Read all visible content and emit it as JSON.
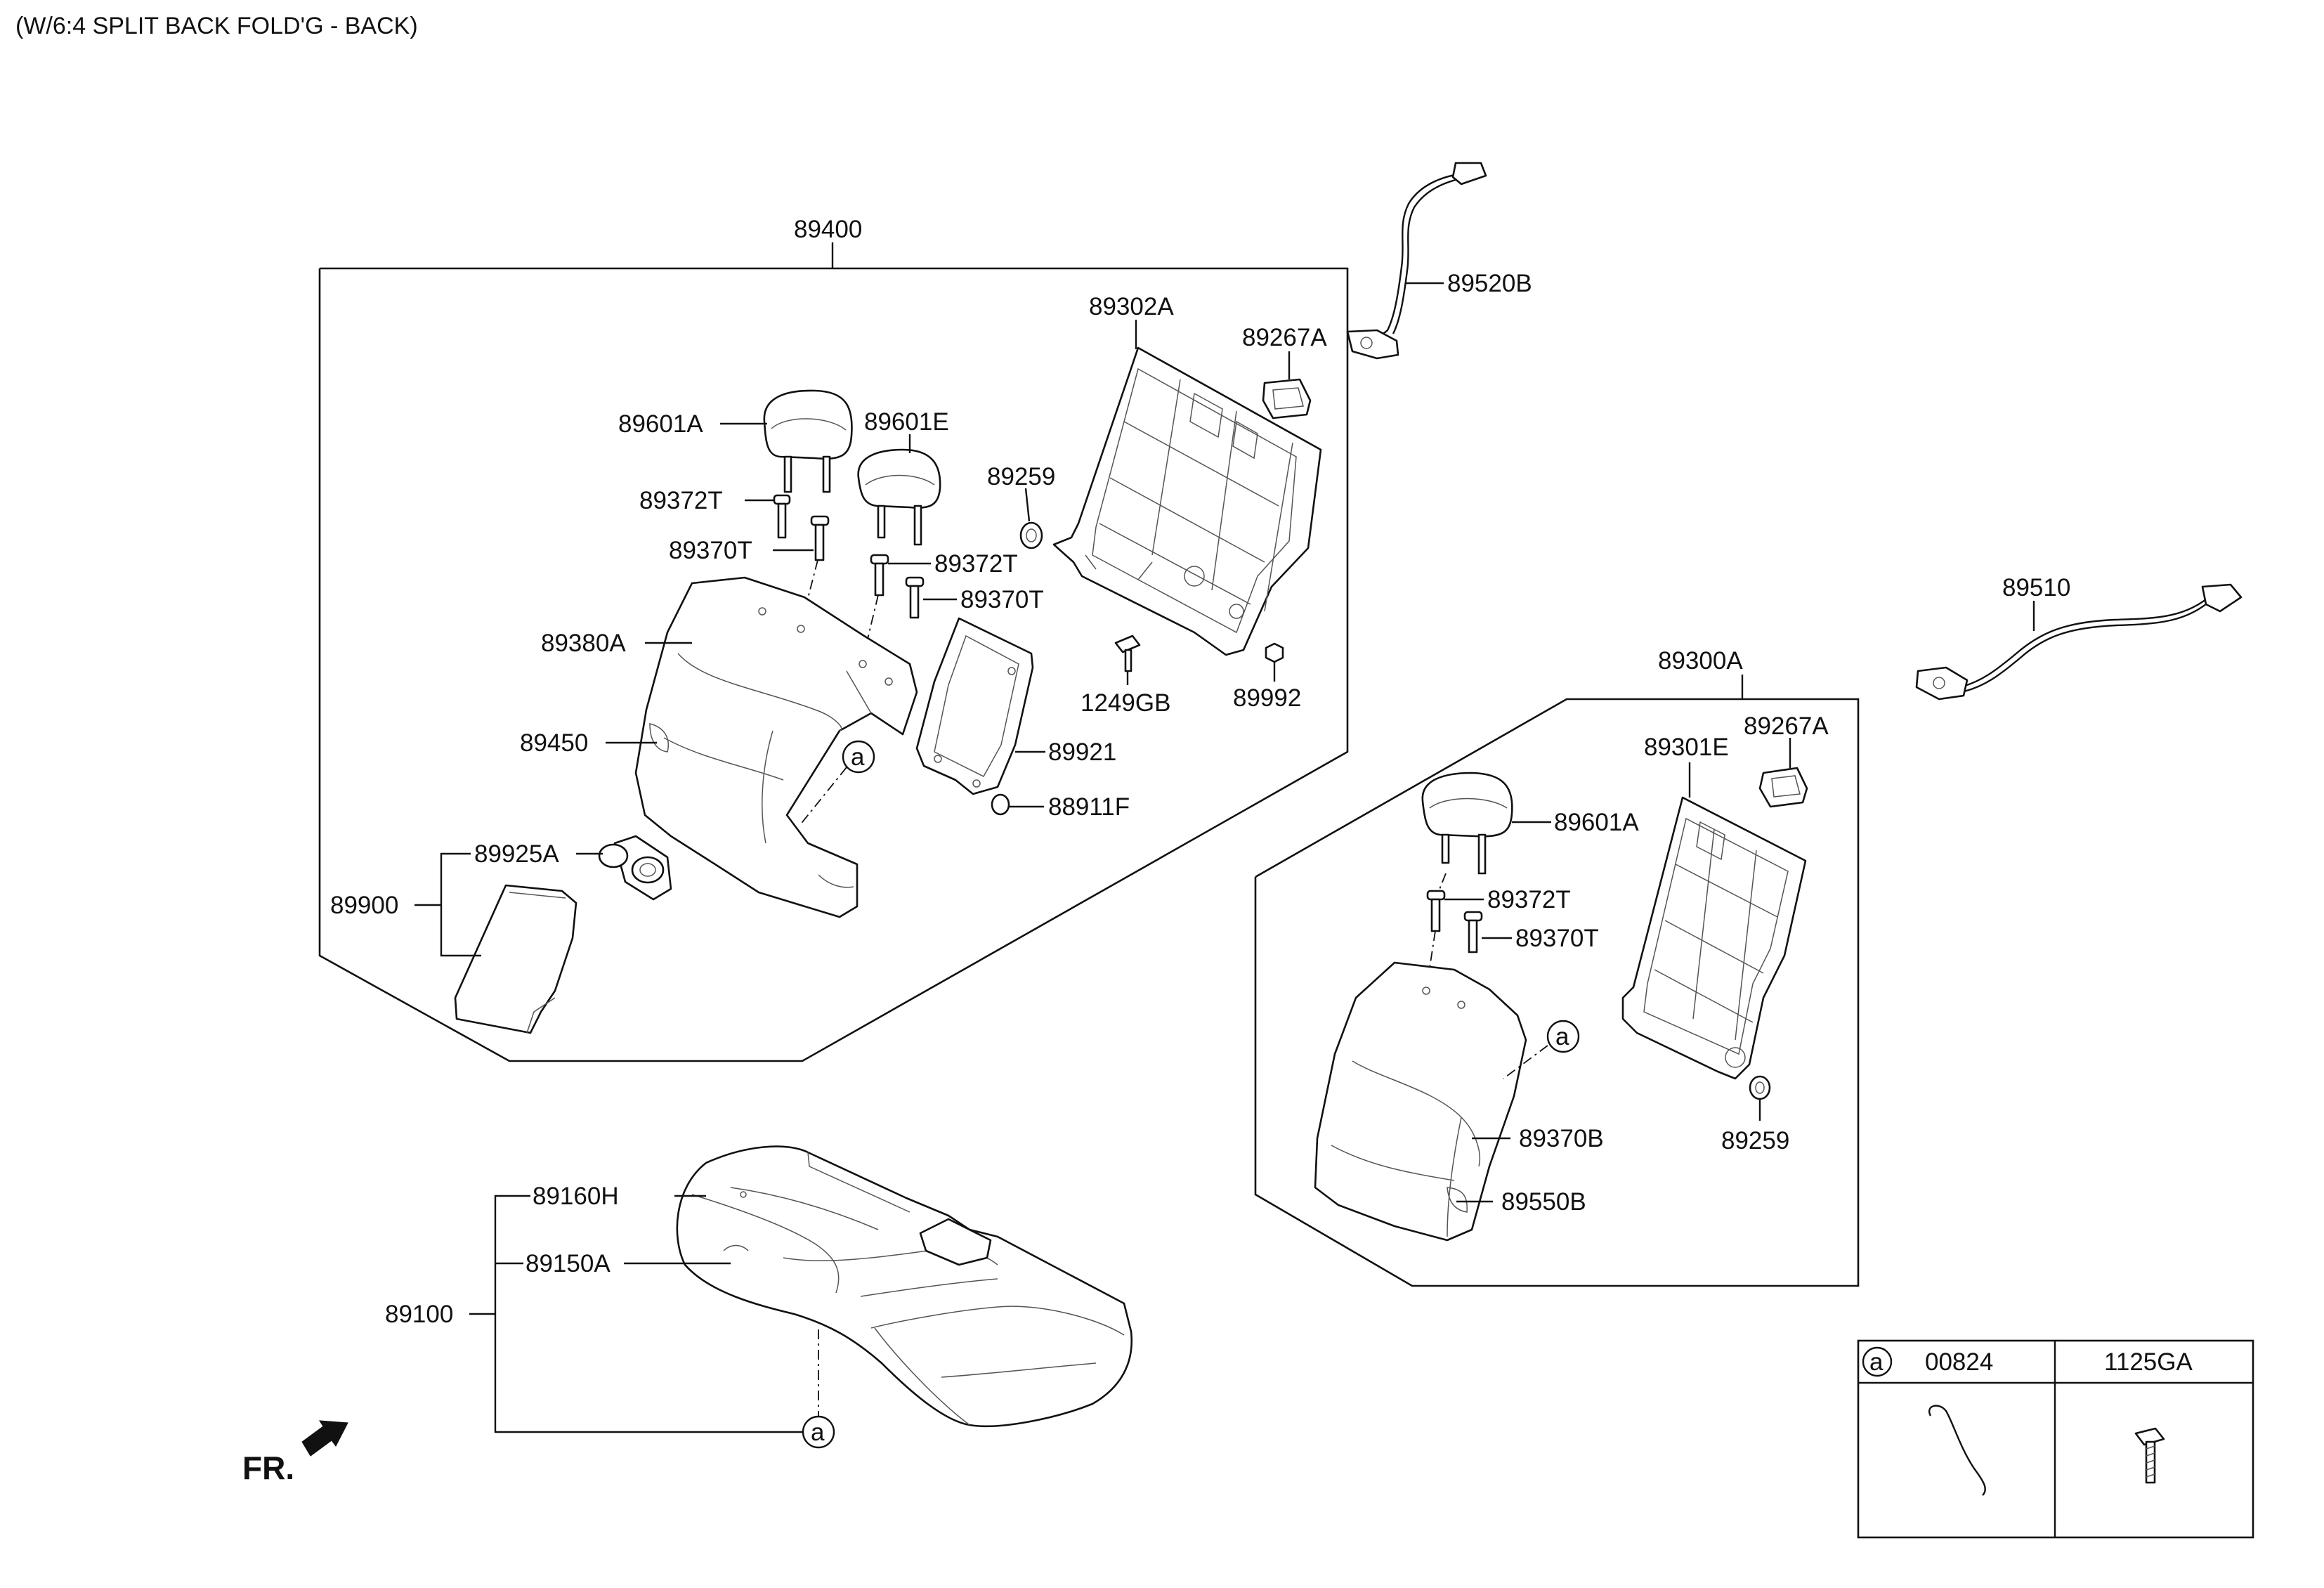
{
  "header": {
    "title": "(W/6:4 SPLIT BACK FOLD'G - BACK)"
  },
  "front_indicator": {
    "label": "FR."
  },
  "callouts": {
    "p89400": "89400",
    "p89302A": "89302A",
    "p89267A_1": "89267A",
    "p89520B": "89520B",
    "p89601A_1": "89601A",
    "p89601E": "89601E",
    "p89259_1": "89259",
    "p89372T_1": "89372T",
    "p89370T_1": "89370T",
    "p89372T_2": "89372T",
    "p89370T_2": "89370T",
    "p89380A": "89380A",
    "p1249GB": "1249GB",
    "p89992": "89992",
    "p89450": "89450",
    "p89921": "89921",
    "p88911F": "88911F",
    "p89925A": "89925A",
    "p89900": "89900",
    "p89510": "89510",
    "p89300A": "89300A",
    "p89301E": "89301E",
    "p89267A_2": "89267A",
    "p89601A_2": "89601A",
    "p89372T_3": "89372T",
    "p89370T_3": "89370T",
    "p89370B": "89370B",
    "p89259_2": "89259",
    "p89550B": "89550B",
    "p89160H": "89160H",
    "p89150A": "89150A",
    "p89100": "89100"
  },
  "reference_marker": {
    "letter": "a"
  },
  "legend_table": {
    "cells": [
      {
        "marker": "a",
        "part_no": "00824"
      },
      {
        "part_no": "1125GA"
      }
    ]
  }
}
